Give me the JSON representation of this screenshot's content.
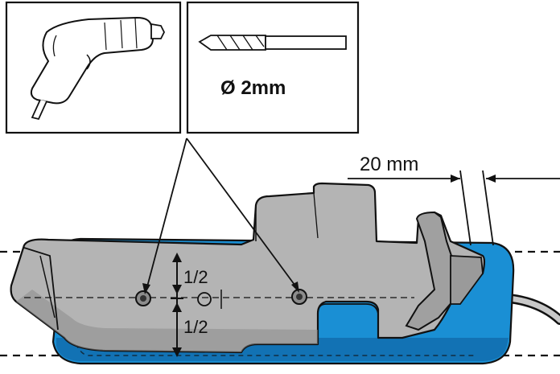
{
  "drill_bit_label": "Ø 2mm",
  "offset_label": "20 mm",
  "half_top_label": "1/2",
  "half_bottom_label": "1/2",
  "icons": [
    "drill-icon",
    "drill-bit-icon"
  ],
  "colors": {
    "holder_fill": "#b4b4b4",
    "holder_dark": "#8c8c8c",
    "pad_blue": "#1a8fd4",
    "pad_dark": "#0d5f9e",
    "outline": "#111111"
  }
}
